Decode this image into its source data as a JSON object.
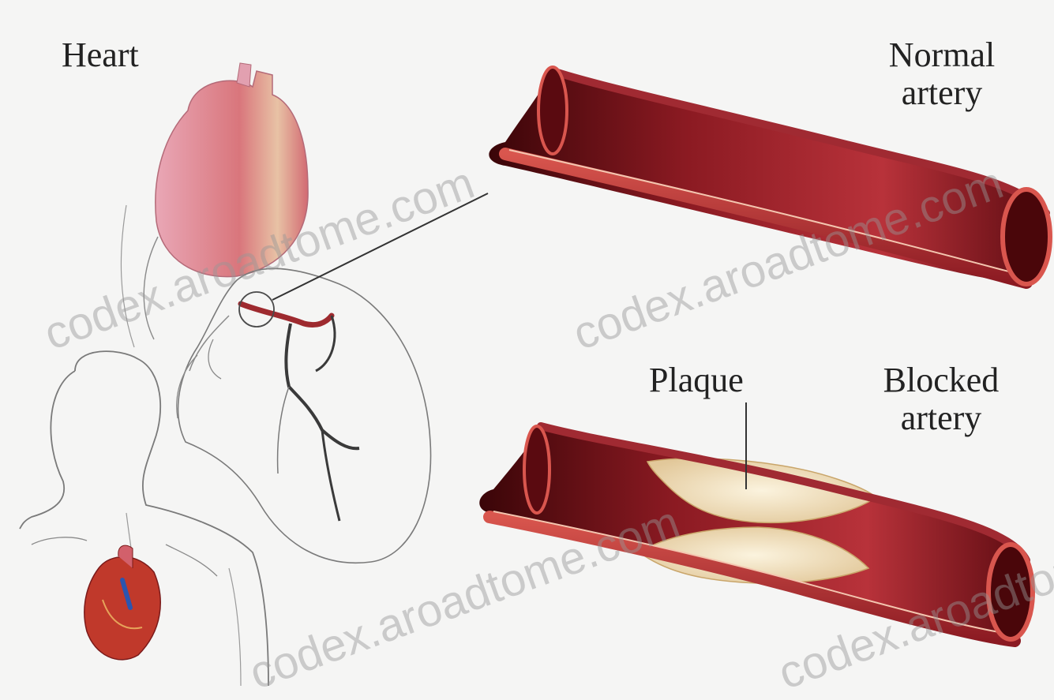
{
  "labels": {
    "heart": "Heart",
    "normal_artery": [
      "Normal",
      "artery"
    ],
    "plaque": "Plaque",
    "blocked_artery": [
      "Blocked",
      "artery"
    ]
  },
  "watermarks": [
    "codex.aroadtome.com",
    "codex.aroadtome.com",
    "codex.aroadtome.com",
    "codex.aroadtome.com"
  ],
  "colors": {
    "background": "#f5f5f4",
    "artery_dark": "#5a0a10",
    "artery_mid": "#a3222c",
    "artery_light": "#d9564e",
    "plaque": "#f3e2bf",
    "heart_pink": "#e9a7b6",
    "outline": "#6b6b6b"
  }
}
